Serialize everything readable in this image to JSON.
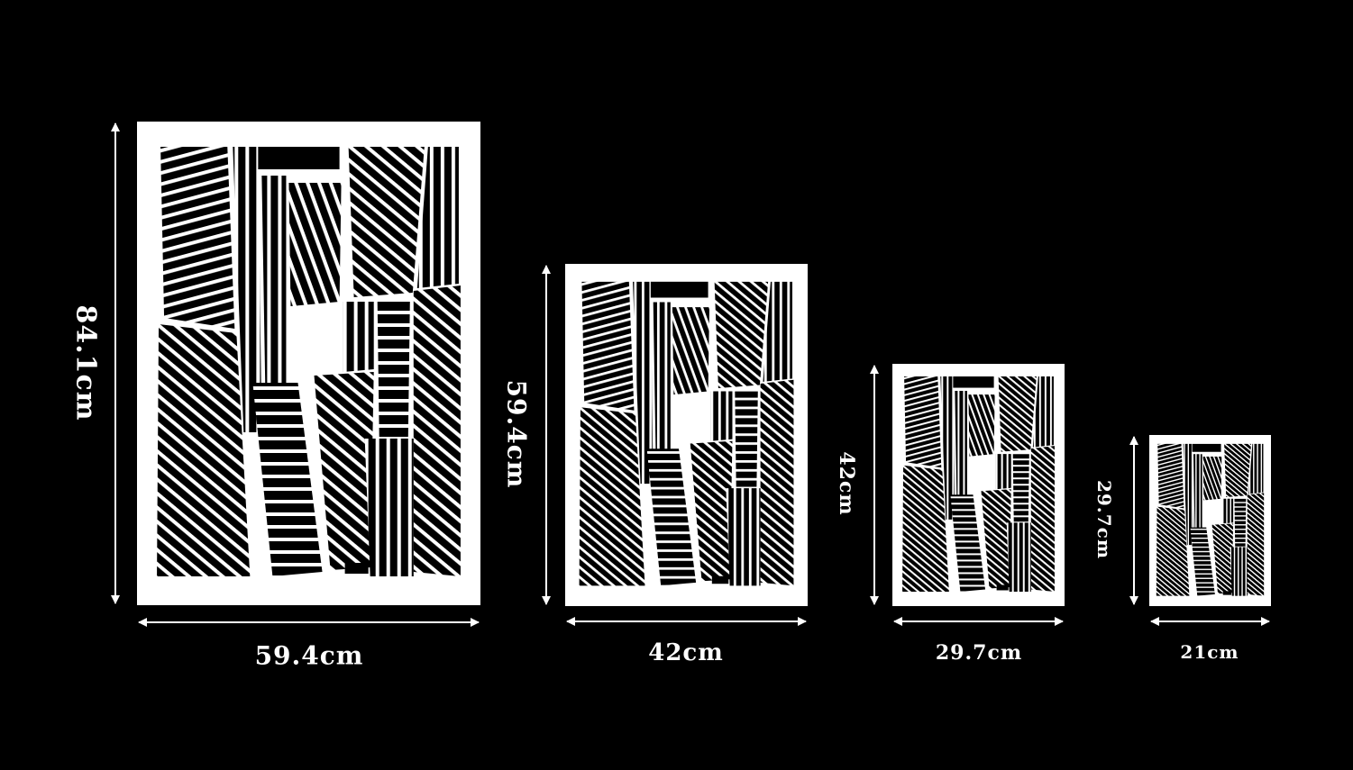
{
  "colors": {
    "background": "#000000",
    "stencil": "#ffffff"
  },
  "sizes": [
    {
      "height_label": "84.1cm",
      "width_label": "59.4cm"
    },
    {
      "height_label": "59.4cm",
      "width_label": "42cm"
    },
    {
      "height_label": "42cm",
      "width_label": "29.7cm"
    },
    {
      "height_label": "29.7cm",
      "width_label": "21cm"
    }
  ]
}
